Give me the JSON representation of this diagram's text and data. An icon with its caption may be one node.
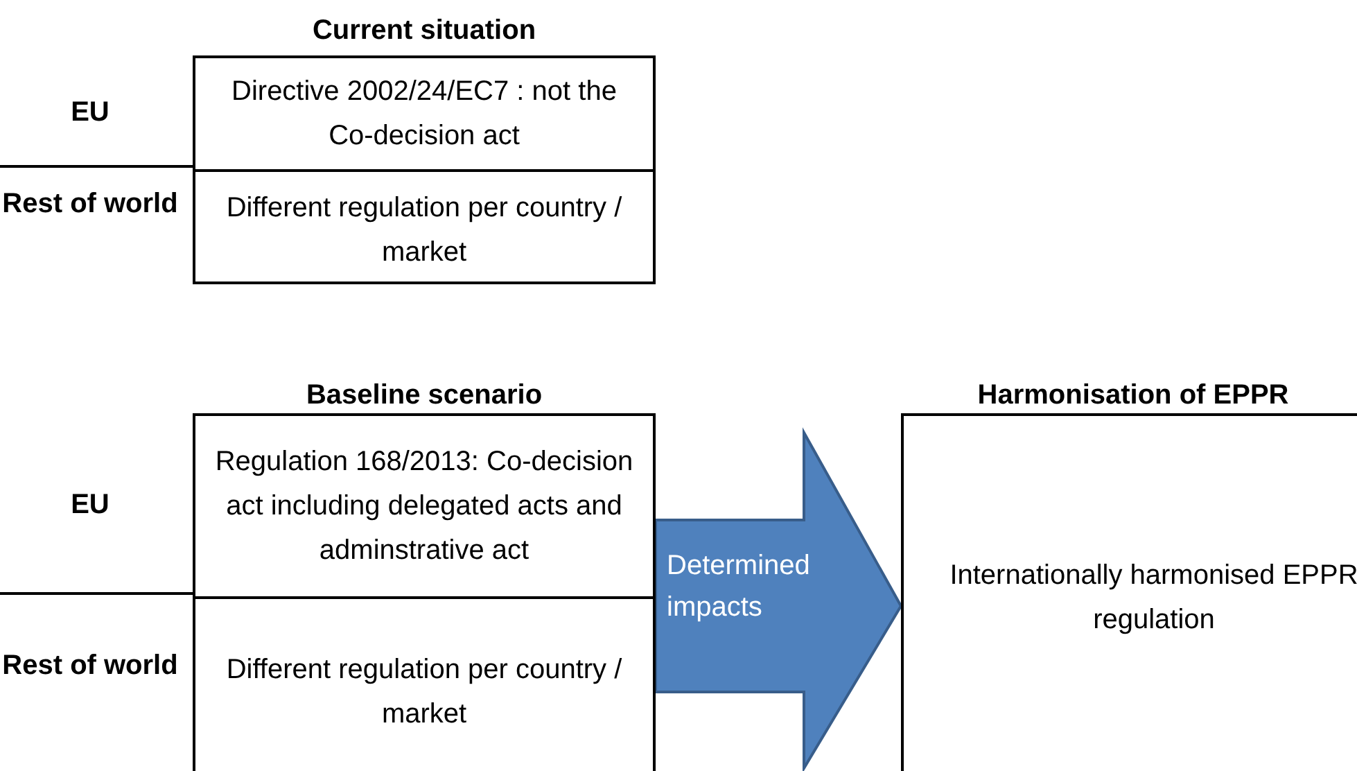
{
  "diagram": {
    "nodes": [
      {
        "text": [
          "Current situation"
        ]
      },
      {
        "text": [
          "Directive 2002/24/EC7 : not the Co-decision act"
        ],
        "in": 0
      },
      {
        "text": [
          "Different regulation per country / market"
        ],
        "in": 0
      },
      {
        "text": [
          "Baseline scenario"
        ]
      },
      {
        "text": [
          "Regulation 168/2013: Co-decision act including delegated acts and adminstrative act"
        ],
        "in": 3
      },
      {
        "text": [
          "Different regulation per country / market"
        ],
        "in": 3
      },
      {
        "text": [
          "Harmonisation of EPPR",
          "Internationally harmonised EPPR regulation"
        ]
      }
    ],
    "edges": [
      {
        "from": 3,
        "to": 6,
        "arrow": "to",
        "label": "Determined impacts",
        "style": "thick",
        "color": "#4f81bd"
      }
    ],
    "labels": [
      "EU",
      "Rest of world",
      "EU",
      "Rest of world"
    ]
  }
}
